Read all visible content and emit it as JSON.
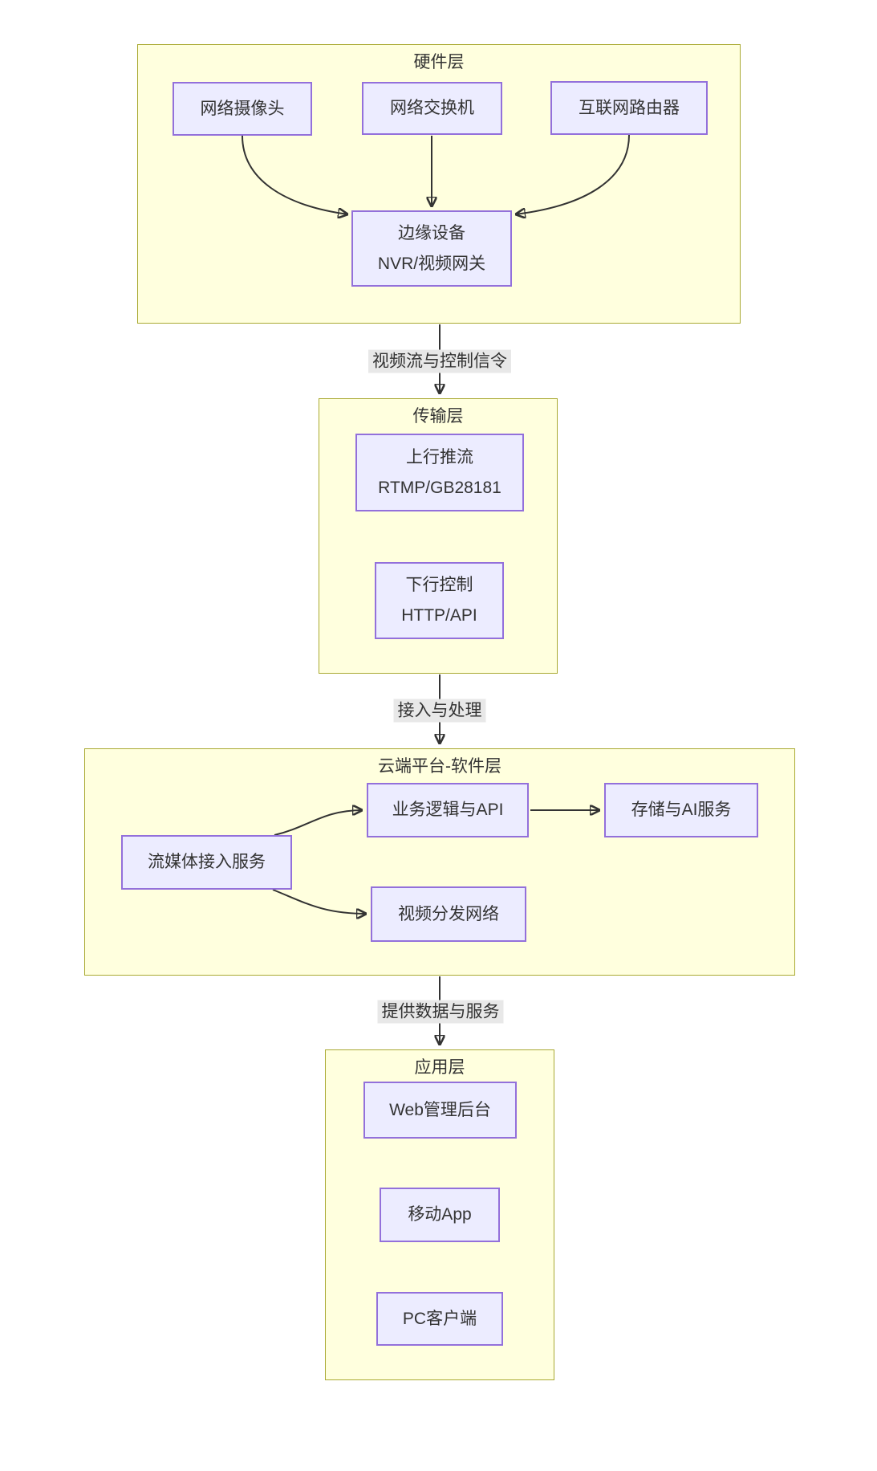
{
  "diagram_type": "layered-architecture-flowchart",
  "clusters": {
    "hardware": {
      "title": "硬件层"
    },
    "transport": {
      "title": "传输层"
    },
    "cloud": {
      "title": "云端平台-软件层"
    },
    "application": {
      "title": "应用层"
    }
  },
  "nodes": {
    "camera": {
      "label": "网络摄像头"
    },
    "switch": {
      "label": "网络交换机"
    },
    "router": {
      "label": "互联网路由器"
    },
    "edge_device": {
      "line1": "边缘设备",
      "line2": "NVR/视频网关"
    },
    "uplink": {
      "line1": "上行推流",
      "line2": "RTMP/GB28181"
    },
    "downlink": {
      "line1": "下行控制",
      "line2": "HTTP/API"
    },
    "stream_access": {
      "label": "流媒体接入服务"
    },
    "business_api": {
      "label": "业务逻辑与API"
    },
    "storage_ai": {
      "label": "存储与AI服务"
    },
    "video_cdn": {
      "label": "视频分发网络"
    },
    "web_admin": {
      "label": "Web管理后台"
    },
    "mobile_app": {
      "label": "移动App"
    },
    "pc_client": {
      "label": "PC客户端"
    }
  },
  "edges": [
    {
      "from": "camera",
      "to": "edge_device",
      "label": ""
    },
    {
      "from": "switch",
      "to": "edge_device",
      "label": ""
    },
    {
      "from": "router",
      "to": "edge_device",
      "label": ""
    },
    {
      "from": "hardware",
      "to": "transport",
      "label": "视频流与控制信令"
    },
    {
      "from": "transport",
      "to": "cloud",
      "label": "接入与处理"
    },
    {
      "from": "stream_access",
      "to": "business_api",
      "label": ""
    },
    {
      "from": "stream_access",
      "to": "video_cdn",
      "label": ""
    },
    {
      "from": "business_api",
      "to": "storage_ai",
      "label": ""
    },
    {
      "from": "cloud",
      "to": "application",
      "label": "提供数据与服务"
    }
  ],
  "colors": {
    "cluster_fill": "#ffffde",
    "cluster_border": "#aaaa33",
    "node_fill": "#ECECFF",
    "node_border": "#9370DB",
    "edge_stroke": "#333333",
    "edge_label_bg": "#e8e8e8",
    "text": "#333333",
    "page_bg": "#ffffff"
  }
}
